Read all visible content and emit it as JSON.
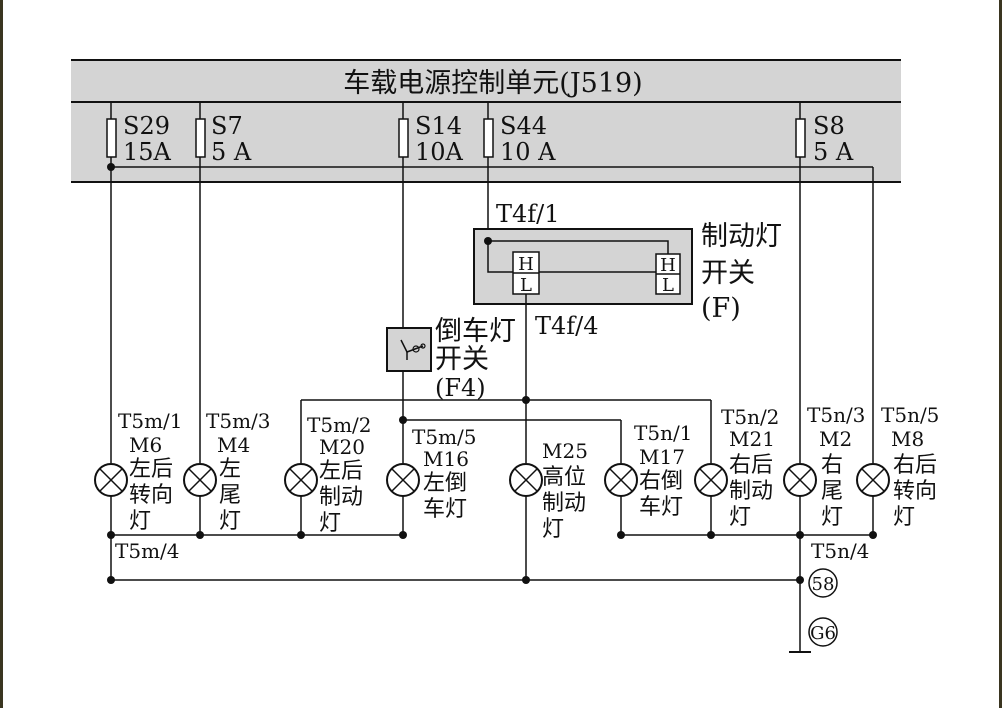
{
  "title": "车载电源控制单元(J519)",
  "fuses": [
    {
      "id": "S29",
      "rating": "15A"
    },
    {
      "id": "S7",
      "rating": "5 A"
    },
    {
      "id": "S14",
      "rating": "10A"
    },
    {
      "id": "S44",
      "rating": "10 A"
    },
    {
      "id": "S8",
      "rating": "5 A"
    }
  ],
  "brake_switch": {
    "pin_in": "T4f/1",
    "pin_out": "T4f/4",
    "name_line1": "制动灯",
    "name_line2": "开关",
    "code": "(F)",
    "contact_label": [
      "H",
      "L"
    ]
  },
  "reverse_switch": {
    "name_line1": "倒车灯",
    "name_line2": "开关",
    "code": "(F4)"
  },
  "lamps": [
    {
      "pin": "T5m/1",
      "code": "M6",
      "name": [
        "左后",
        "转向",
        "灯"
      ]
    },
    {
      "pin": "T5m/3",
      "code": "M4",
      "name": [
        "左",
        "尾",
        "灯"
      ]
    },
    {
      "pin": "T5m/2",
      "code": "M20",
      "name": [
        "左后",
        "制动",
        "灯"
      ]
    },
    {
      "pin": "T5m/5",
      "code": "M16",
      "name": [
        "左倒",
        "车灯"
      ]
    },
    {
      "pin": "",
      "code": "M25",
      "name": [
        "高位",
        "制动",
        "灯"
      ]
    },
    {
      "pin": "T5n/1",
      "code": "M17",
      "name": [
        "右倒",
        "车灯"
      ]
    },
    {
      "pin": "T5n/2",
      "code": "M21",
      "name": [
        "右后",
        "制动",
        "灯"
      ]
    },
    {
      "pin": "T5n/3",
      "code": "M2",
      "name": [
        "右",
        "尾",
        "灯"
      ]
    },
    {
      "pin": "T5n/5",
      "code": "M8",
      "name": [
        "右后",
        "转向",
        "灯"
      ]
    }
  ],
  "ground": {
    "left_pin": "T5m/4",
    "right_pin": "T5n/4",
    "point": "58",
    "ground": "G6"
  }
}
